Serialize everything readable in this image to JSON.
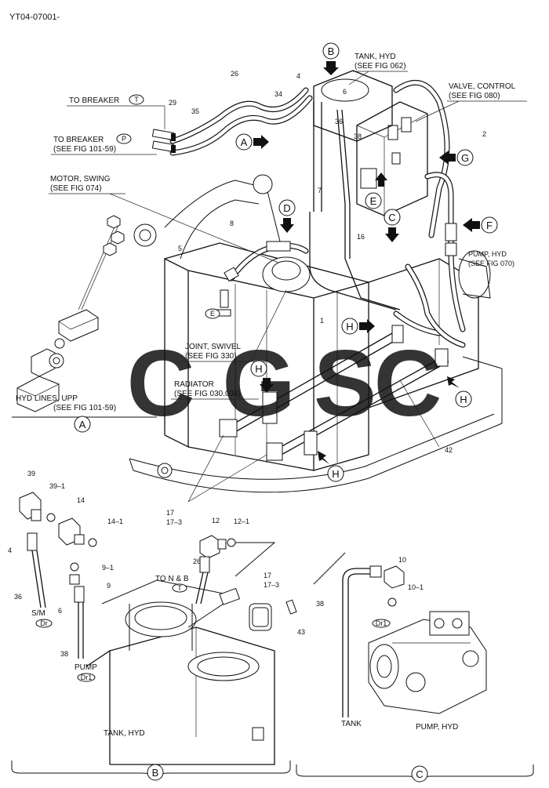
{
  "doc_code": "YT04-07001-",
  "labels": {
    "to_breaker_t": "TO BREAKER",
    "to_breaker_t_badge": "T",
    "to_breaker_p": "TO BREAKER",
    "to_breaker_p_badge": "P",
    "to_breaker_p_ref": "(SEE FIG 101-59)",
    "tank_hyd": "TANK, HYD",
    "tank_hyd_ref": "(SEE FIG 062)",
    "valve_control": "VALVE, CONTROL",
    "valve_control_ref": "(SEE FIG 080)",
    "motor_swing": "MOTOR, SWING",
    "motor_swing_ref": "(SEE FIG 074)",
    "pump_hyd": "PUMP, HYD",
    "pump_hyd_ref": "(SEE FIG 070)",
    "joint_swivel": "JOINT, SWIVEL",
    "joint_swivel_ref": "(SEE FIG 330)",
    "radiator": "RADIATOR",
    "radiator_ref": "(SEE FIG 030.034)",
    "hyd_lines_upp": "HYD LINES, UPP",
    "hyd_lines_upp_ref": "(SEE FIG 101-59)",
    "e_badge": "E",
    "to_n_b": "TO N & B",
    "to_n_b_badge": "T",
    "s_m": "S/M",
    "s_m_badge": "Dr",
    "pump": "PUMP",
    "pump_badge": "Dr1",
    "dr1_badge": "Dr1",
    "tank_hyd_b": "TANK, HYD",
    "tank_c": "TANK",
    "pump_hyd_c": "PUMP, HYD"
  },
  "callouts": {
    "A": "A",
    "B": "B",
    "C": "C",
    "D": "D",
    "E": "E",
    "F": "F",
    "G": "G",
    "H": "H"
  },
  "sections": {
    "A": "A",
    "B": "B",
    "C": "C"
  },
  "part_numbers": {
    "p26": "26",
    "p4": "4",
    "p6": "6",
    "p34": "34",
    "p36": "36",
    "p38": "38",
    "p29": "29",
    "p35": "35",
    "p2": "2",
    "p7": "7",
    "p16": "16",
    "p8": "8",
    "p5": "5",
    "p1": "1",
    "p42": "42",
    "p17": "17",
    "p17_3": "17–3",
    "b39": "39",
    "b39_1": "39–1",
    "b14": "14",
    "b14_1": "14–1",
    "b12": "12",
    "b12_1": "12–1",
    "b4": "4",
    "b9_1": "9–1",
    "b9": "9",
    "b36": "36",
    "b6": "6",
    "b38": "38",
    "b26": "26",
    "b17": "17",
    "b17_3": "17–3",
    "b43": "43",
    "c10": "10",
    "c10_1": "10–1",
    "c38": "38"
  },
  "watermark": {
    "letters": [
      "C",
      "G",
      "S",
      "C"
    ],
    "colors": [
      "#4b8ff0",
      "#f04a4a",
      "#f7c928",
      "#29a86a"
    ]
  }
}
